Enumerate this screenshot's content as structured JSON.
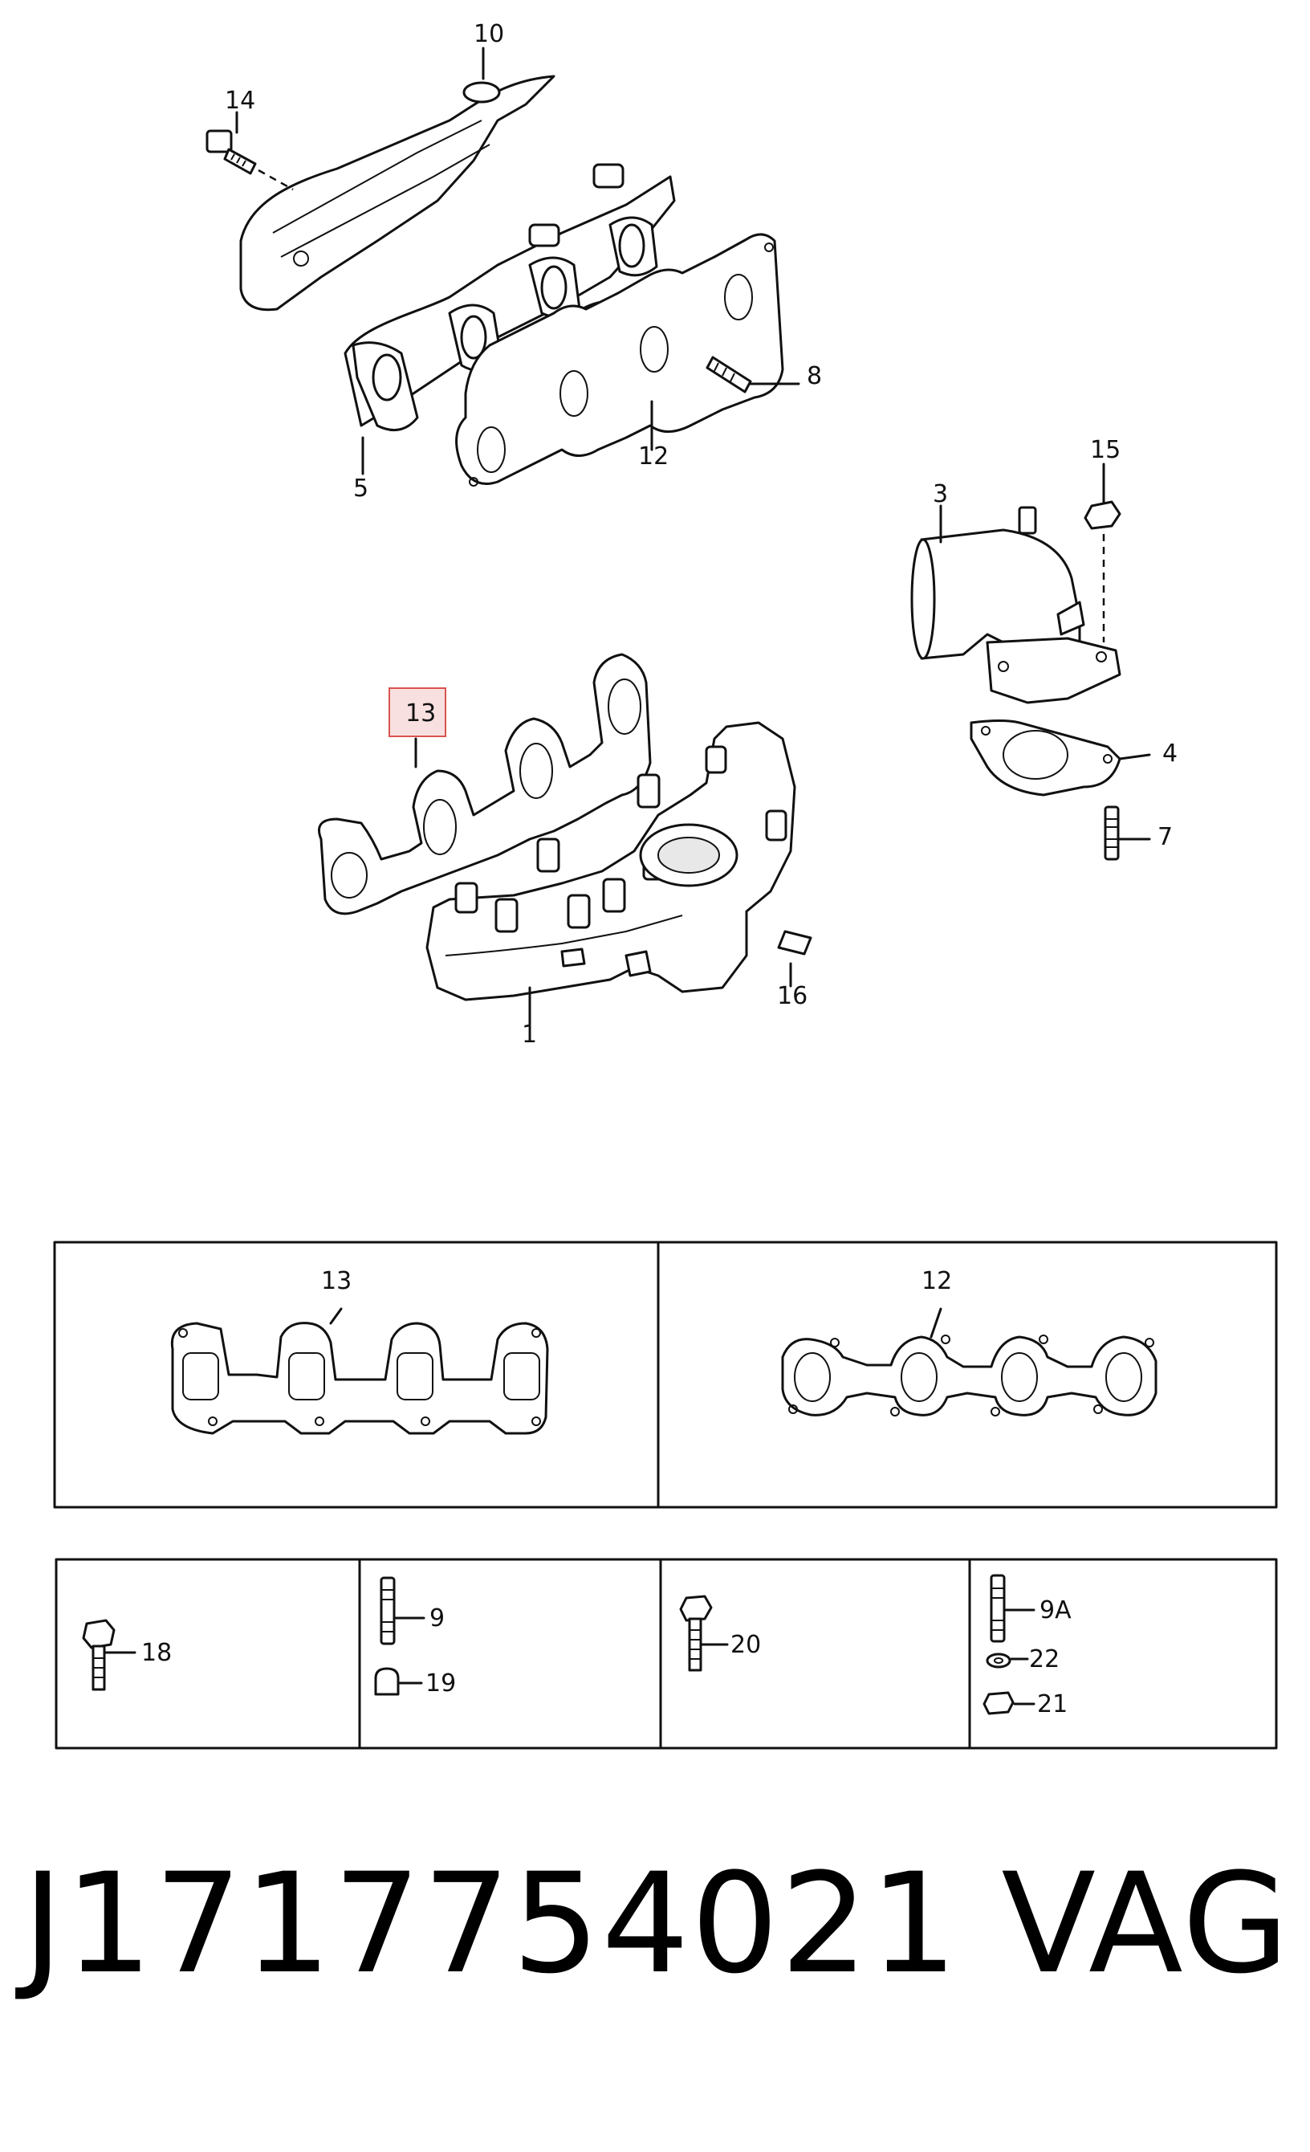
{
  "callouts": {
    "c1": "1",
    "c3": "3",
    "c4": "4",
    "c5": "5",
    "c7": "7",
    "c8": "8",
    "c10": "10",
    "c12": "12",
    "c13": "13",
    "c14": "14",
    "c15": "15",
    "c16": "16"
  },
  "detail_boxes": {
    "gasket_13": "13",
    "gasket_12": "12"
  },
  "hardware": {
    "h18": "18",
    "h9": "9",
    "h19": "19",
    "h20": "20",
    "h9a": "9A",
    "h22": "22",
    "h21": "21"
  },
  "footer": {
    "part_number": "J1717754021",
    "brand": "VAG"
  },
  "colors": {
    "highlight_border": "#d9534f",
    "highlight_fill": "#f9e0e0"
  }
}
